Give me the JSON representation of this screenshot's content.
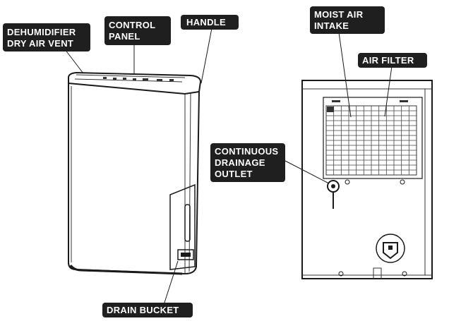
{
  "callouts": {
    "dry_air_vent": [
      "DEHUMIDIFIER",
      "DRY AIR VENT"
    ],
    "control_panel": [
      "CONTROL",
      "PANEL"
    ],
    "handle": [
      "HANDLE"
    ],
    "moist_air_intake": [
      "MOIST AIR",
      "INTAKE"
    ],
    "air_filter": [
      "AIR FILTER"
    ],
    "drainage_outlet": [
      "CONTINUOUS",
      "DRAINAGE",
      "OUTLET"
    ],
    "drain_bucket": [
      "DRAIN BUCKET"
    ]
  },
  "colors": {
    "label_bg": "#1f1f1f",
    "label_text": "#ffffff",
    "line": "#1a1a1a"
  }
}
